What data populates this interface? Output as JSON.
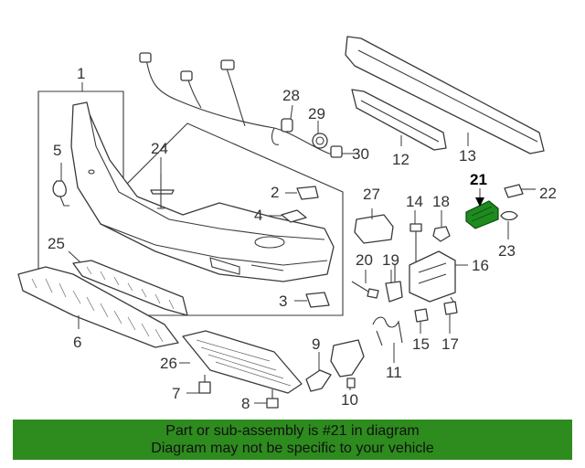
{
  "callouts": [
    "1",
    "2",
    "3",
    "4",
    "5",
    "6",
    "7",
    "8",
    "9",
    "10",
    "11",
    "12",
    "13",
    "14",
    "15",
    "16",
    "17",
    "18",
    "19",
    "20",
    "21",
    "22",
    "23",
    "24",
    "25",
    "26",
    "27",
    "28",
    "29",
    "30"
  ],
  "highlight": {
    "part_number": "21",
    "color": "#1f8a1f"
  },
  "banner": {
    "line1": "Part or sub-assembly is #21 in diagram",
    "line2": "Diagram may not be specific to your vehicle",
    "color": "#2e8b1e"
  }
}
